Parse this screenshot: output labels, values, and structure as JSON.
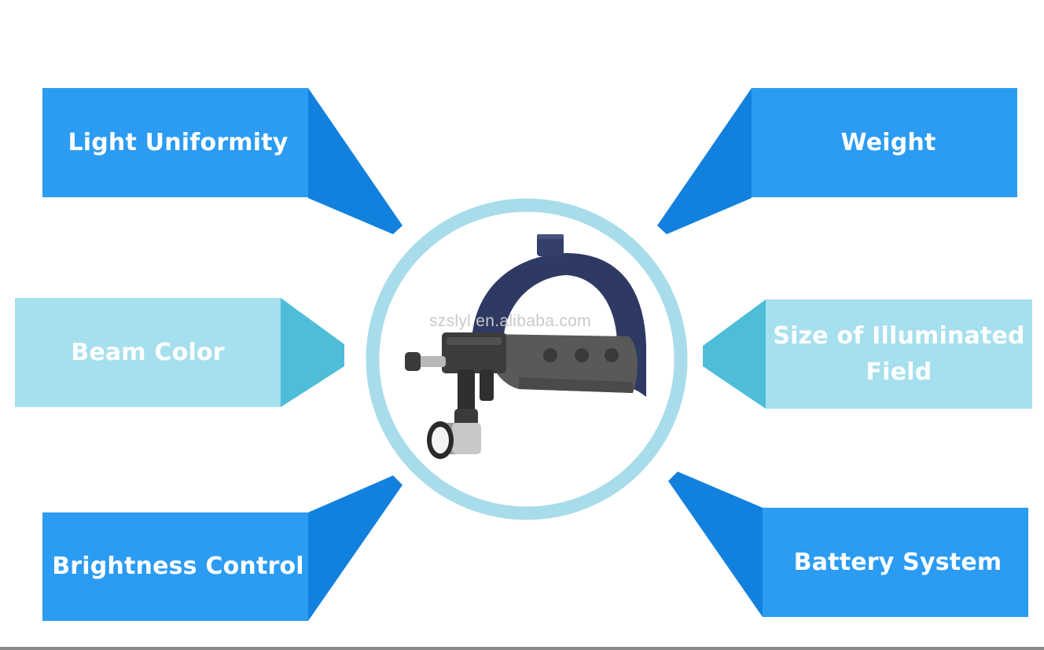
{
  "features": {
    "light_uniformity": "Light Uniformity",
    "weight": "Weight",
    "beam_color": "Beam Color",
    "illuminated_field_line1": "Size of Illuminated",
    "illuminated_field_line2": "Field",
    "brightness_control": "Brightness Control",
    "battery_system": "Battery System"
  },
  "watermark": "szslyl.en.alibaba.com",
  "colors": {
    "blue_box": "#2b9cf2",
    "blue_shadow": "#1281de",
    "light_box": "#a6e0ee",
    "light_shadow": "#4dbdd8",
    "ring": "#a9dcea",
    "headband": "#2e3a63",
    "pad": "#595959"
  },
  "product": {
    "icon": "medical-headlight-image"
  }
}
